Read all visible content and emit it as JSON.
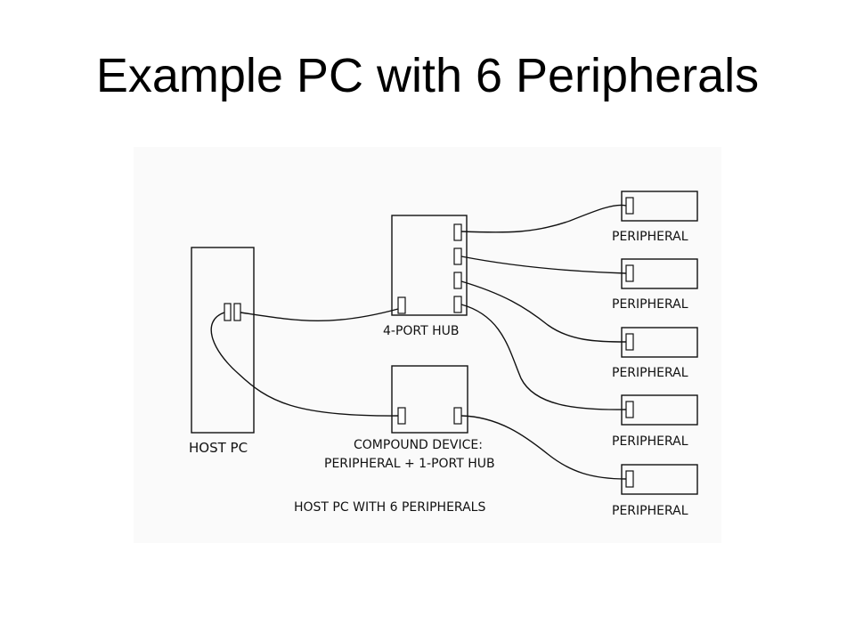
{
  "title": "Example PC with 6 Peripherals",
  "host": {
    "label": "HOST PC"
  },
  "hub": {
    "label": "4-PORT HUB"
  },
  "compound": {
    "label_line1": "COMPOUND DEVICE:",
    "label_line2": "PERIPHERAL + 1-PORT HUB"
  },
  "peripherals": [
    {
      "label": "PERIPHERAL"
    },
    {
      "label": "PERIPHERAL"
    },
    {
      "label": "PERIPHERAL"
    },
    {
      "label": "PERIPHERAL"
    },
    {
      "label": "PERIPHERAL"
    }
  ],
  "caption": "HOST PC WITH 6 PERIPHERALS"
}
